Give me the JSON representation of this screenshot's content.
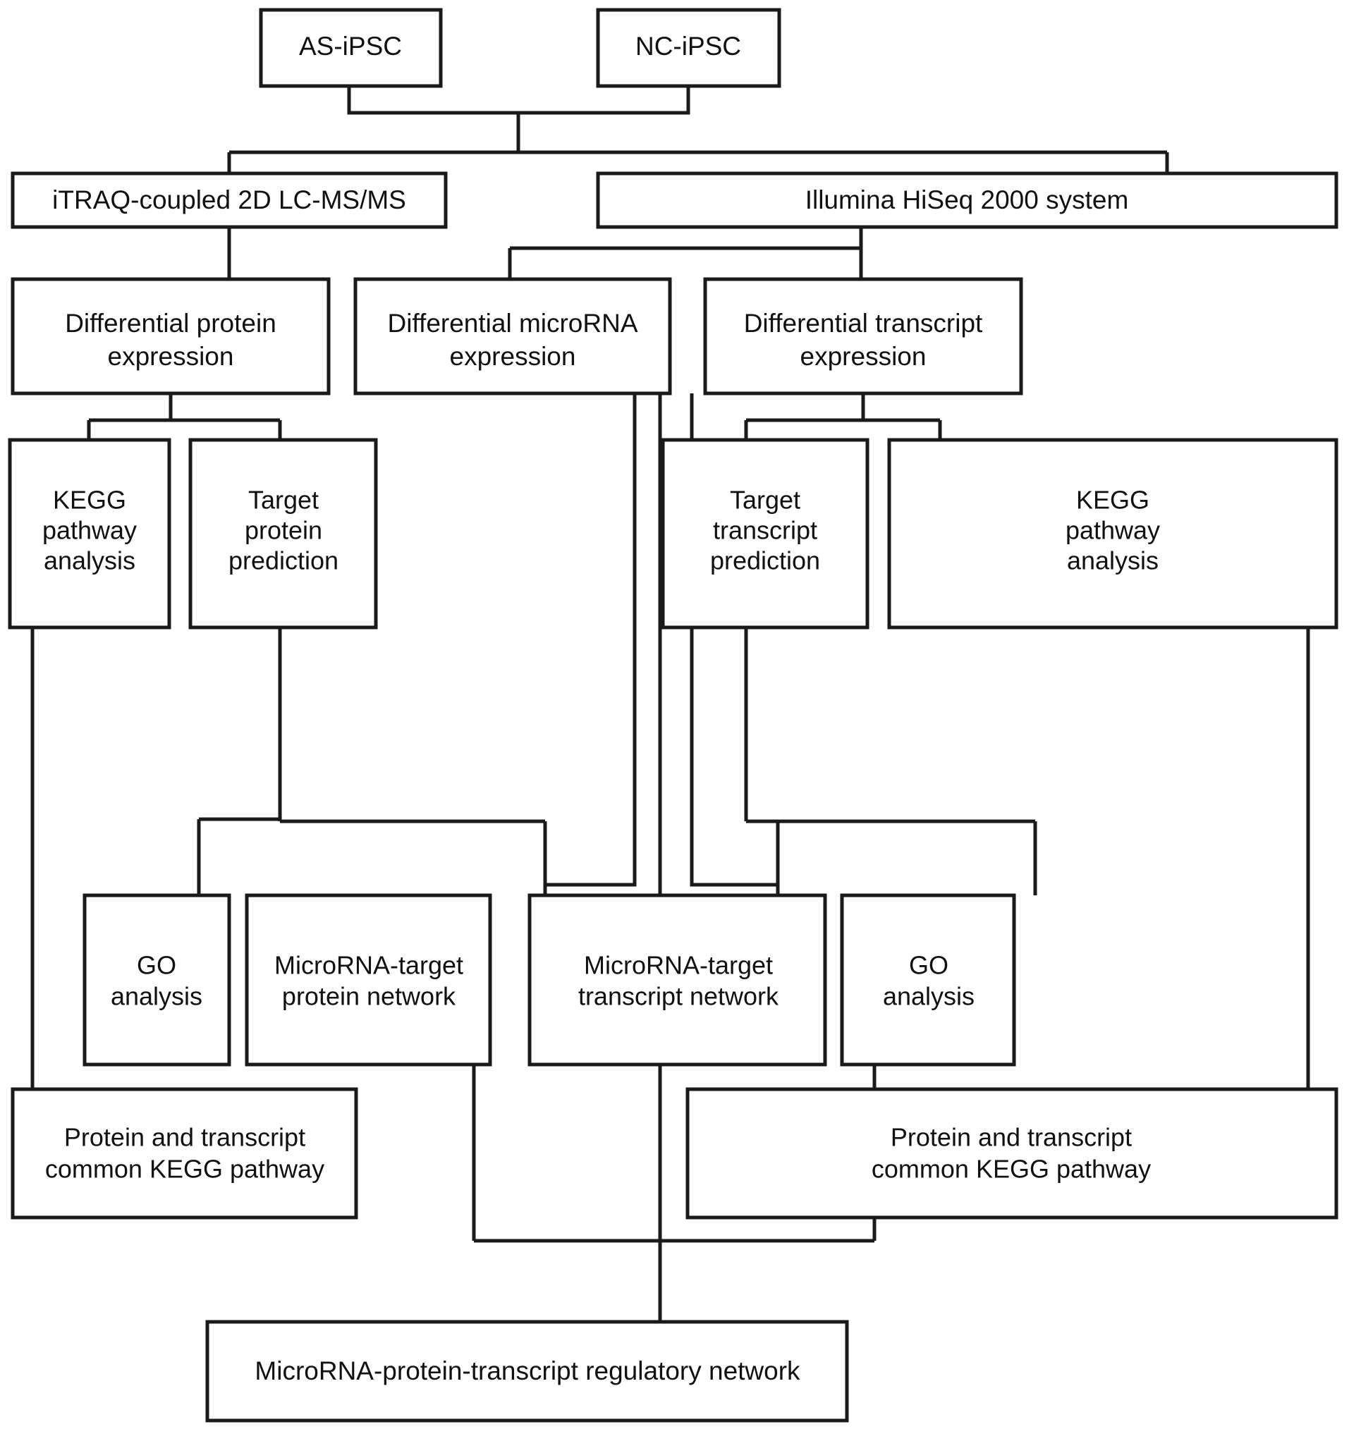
{
  "diagram": {
    "title": "Experimental workflow flowchart",
    "line_color": "#1a1a1a",
    "box_fill": "#ffffff",
    "nodes": {
      "as_ipsc": {
        "label": "AS-iPSC"
      },
      "nc_ipsc": {
        "label": "NC-iPSC"
      },
      "itraq": {
        "label": "iTRAQ-coupled 2D LC-MS/MS"
      },
      "illumina": {
        "label": "Illumina HiSeq 2000 system"
      },
      "diff_protein_line1": {
        "label": "Differential protein"
      },
      "diff_protein_line2": {
        "label": "expression"
      },
      "diff_microrna_line1": {
        "label": "Differential microRNA"
      },
      "diff_microrna_line2": {
        "label": "expression"
      },
      "diff_transcript_line1": {
        "label": "Differential transcript"
      },
      "diff_transcript_line2": {
        "label": "expression"
      },
      "kegg_left_line1": {
        "label": "KEGG"
      },
      "kegg_left_line2": {
        "label": "pathway"
      },
      "kegg_left_line3": {
        "label": "analysis"
      },
      "target_protein_line1": {
        "label": "Target"
      },
      "target_protein_line2": {
        "label": "protein"
      },
      "target_protein_line3": {
        "label": "prediction"
      },
      "target_transcript_line1": {
        "label": "Target"
      },
      "target_transcript_line2": {
        "label": "transcript"
      },
      "target_transcript_line3": {
        "label": "prediction"
      },
      "kegg_right_line1": {
        "label": "KEGG"
      },
      "kegg_right_line2": {
        "label": "pathway"
      },
      "kegg_right_line3": {
        "label": "analysis"
      },
      "go_left_line1": {
        "label": "GO"
      },
      "go_left_line2": {
        "label": "analysis"
      },
      "mirna_protein_net_line1": {
        "label": "MicroRNA-target"
      },
      "mirna_protein_net_line2": {
        "label": "protein network"
      },
      "mirna_transcript_net_line1": {
        "label": "MicroRNA-target"
      },
      "mirna_transcript_net_line2": {
        "label": "transcript network"
      },
      "go_right_line1": {
        "label": "GO"
      },
      "go_right_line2": {
        "label": "analysis"
      },
      "common_kegg_left_line1": {
        "label": "Protein and transcript"
      },
      "common_kegg_left_line2": {
        "label": "common KEGG pathway"
      },
      "common_kegg_right_line1": {
        "label": "Protein and transcript"
      },
      "common_kegg_right_line2": {
        "label": "common KEGG pathway"
      },
      "final_network": {
        "label": "MicroRNA-protein-transcript regulatory network"
      }
    }
  }
}
